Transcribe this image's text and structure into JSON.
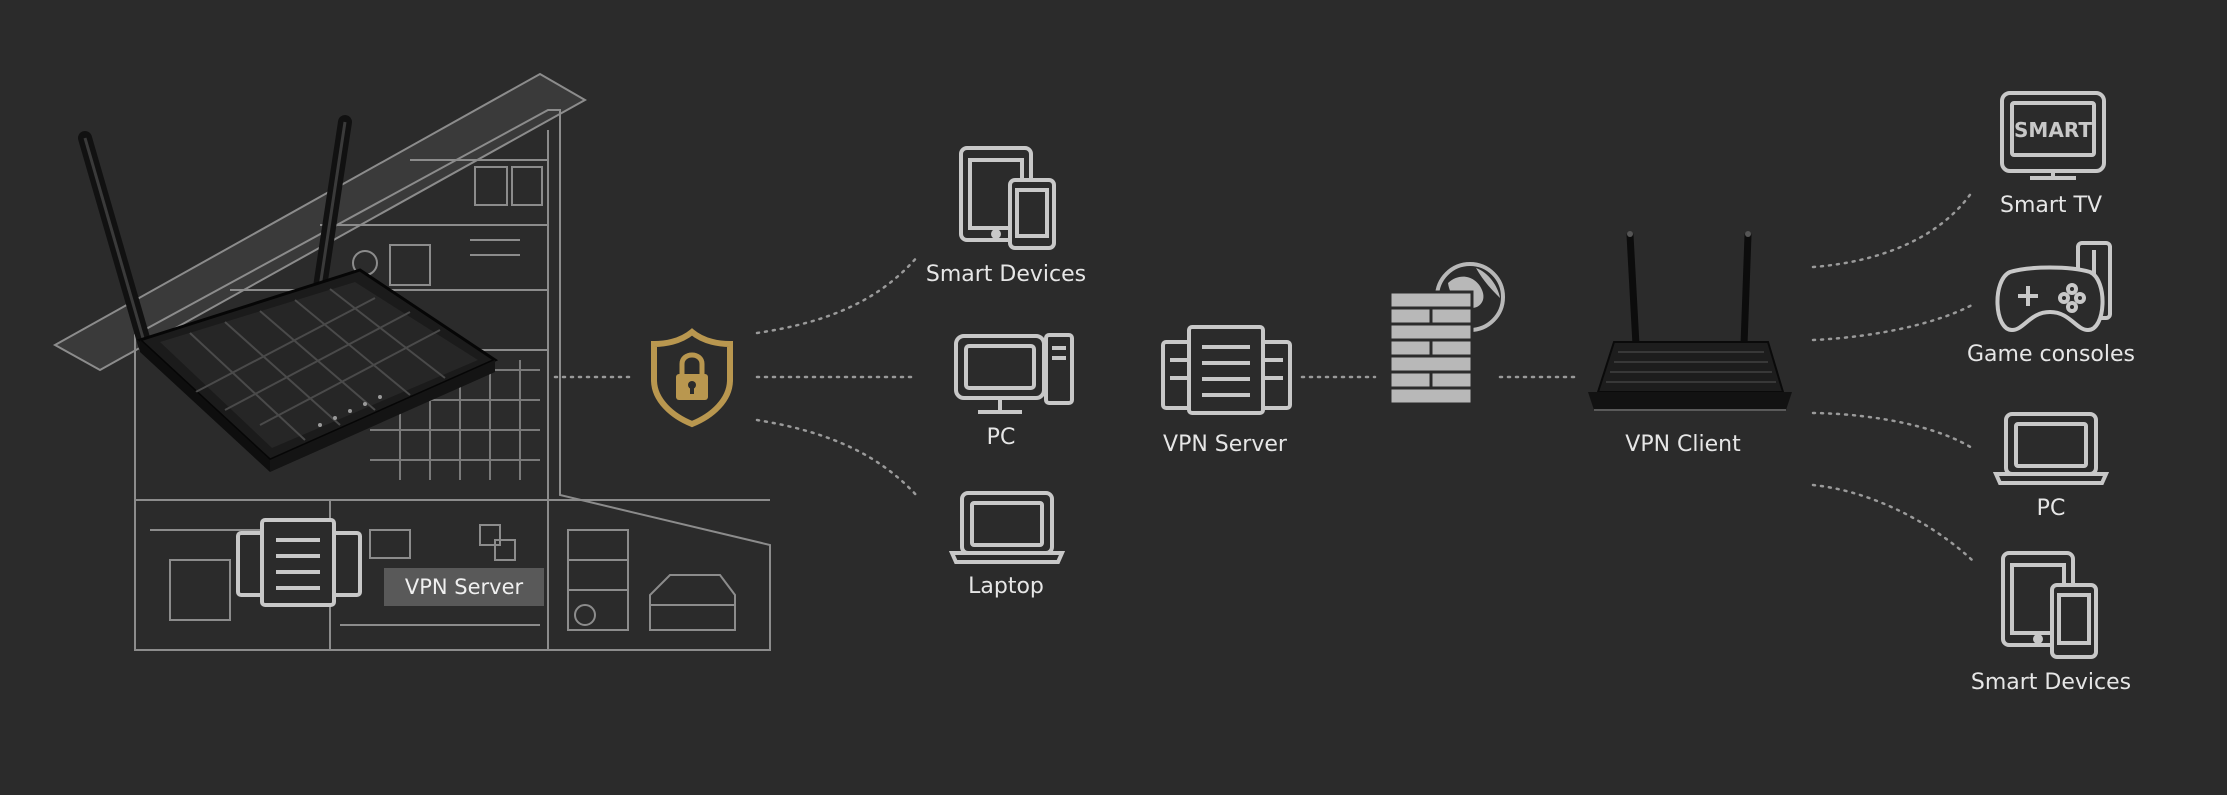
{
  "colors": {
    "background": "#2b2b2b",
    "icon_stroke": "#c8c8c8",
    "house_stroke": "#8c8c8c",
    "shield_gold": "#b9974f",
    "dotted_line": "#9a9a9a"
  },
  "home": {
    "server_tag": "VPN Server",
    "icons": [
      "house-cutaway",
      "router-image",
      "server-icon"
    ]
  },
  "security": {
    "icon": "shield-lock-icon"
  },
  "middle_devices": [
    {
      "label": "Smart Devices",
      "icon": "tablet-phone-icon"
    },
    {
      "label": "PC",
      "icon": "desktop-pc-icon"
    },
    {
      "label": "Laptop",
      "icon": "laptop-icon"
    }
  ],
  "vpn_server": {
    "label": "VPN Server",
    "icon": "server-rack-icon"
  },
  "firewall": {
    "icon": "firewall-globe-icon"
  },
  "vpn_client": {
    "label": "VPN Client",
    "icon": "router-icon"
  },
  "client_devices": [
    {
      "label": "Smart TV",
      "icon": "smart-tv-icon",
      "screen_text": "SMART"
    },
    {
      "label": "Game consoles",
      "icon": "gamepad-icon"
    },
    {
      "label": "PC",
      "icon": "laptop-icon"
    },
    {
      "label": "Smart Devices",
      "icon": "tablet-phone-icon"
    }
  ]
}
